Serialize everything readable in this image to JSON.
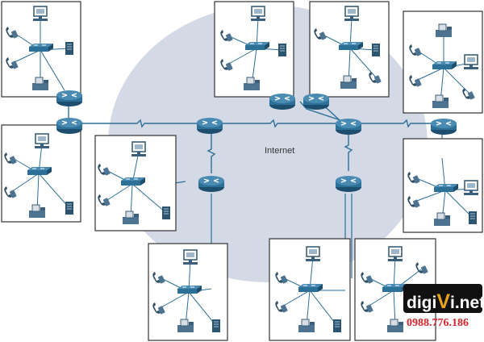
{
  "diagram": {
    "cloud_label": "Internet",
    "colors": {
      "cloud": "#d4d9e6",
      "router": "#2c6f97",
      "router_dark": "#1d4e6d",
      "link": "#2c6f97",
      "box_border": "#333333",
      "device": "#3b5f7a"
    },
    "node_types": [
      "router",
      "switch",
      "pc",
      "ip-phone",
      "ip-phone-desk",
      "server"
    ]
  },
  "watermark": {
    "brand_prefix": "digi",
    "brand_v": "V",
    "brand_suffix": "i.net",
    "phone": "0988.776.186",
    "colors": {
      "bg": "#111111",
      "text": "#ffffff",
      "accent": "#e8a31a",
      "phone": "#d8242b"
    }
  }
}
